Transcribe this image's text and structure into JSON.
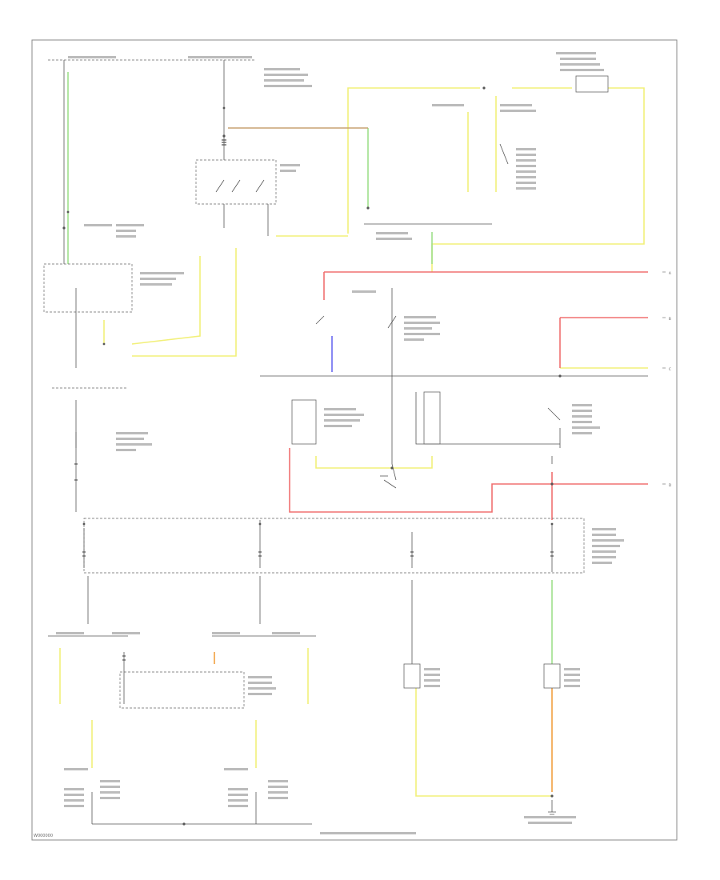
{
  "diagram": {
    "figure_code": "W000000",
    "colors": {
      "wire_black": "#555555",
      "wire_yellow": "#f2f07a",
      "wire_red": "#f07070",
      "wire_green": "#9ee08a",
      "wire_brown": "#c8a272",
      "wire_orange": "#f2a040",
      "wire_blue": "#6a6af0",
      "wire_pink": "#f7b0b0",
      "border": "#777777"
    },
    "terminals_right": [
      "A",
      "B",
      "C",
      "D"
    ]
  }
}
